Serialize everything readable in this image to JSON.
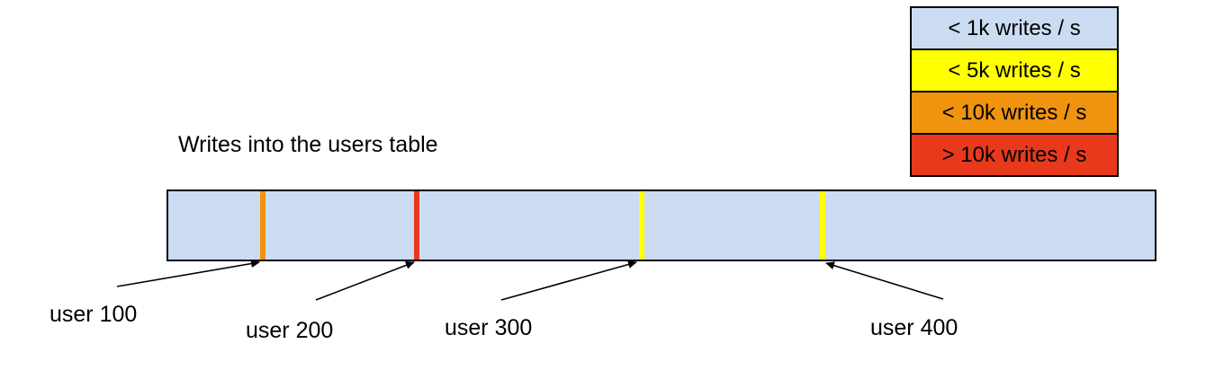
{
  "title": "Writes into the users table",
  "legend": {
    "items": [
      {
        "label": "< 1k writes / s",
        "color": "#cbdcf2"
      },
      {
        "label": "< 5k writes / s",
        "color": "#ffff00"
      },
      {
        "label": "< 10k writes / s",
        "color": "#f0930f"
      },
      {
        "label": "> 10k writes / s",
        "color": "#e8391d"
      }
    ]
  },
  "table_bar": {
    "description": "users table keyspace bar",
    "fill_color": "#cbdcf2",
    "border_color": "#000000"
  },
  "markers": [
    {
      "label": "user 100",
      "write_rate": "< 10k writes / s",
      "color": "#f0930f"
    },
    {
      "label": "user 200",
      "write_rate": "> 10k writes / s",
      "color": "#e8391d"
    },
    {
      "label": "user 300",
      "write_rate": "< 5k writes / s",
      "color": "#ffff00"
    },
    {
      "label": "user 400",
      "write_rate": "< 5k writes / s",
      "color": "#ffff00"
    }
  ]
}
